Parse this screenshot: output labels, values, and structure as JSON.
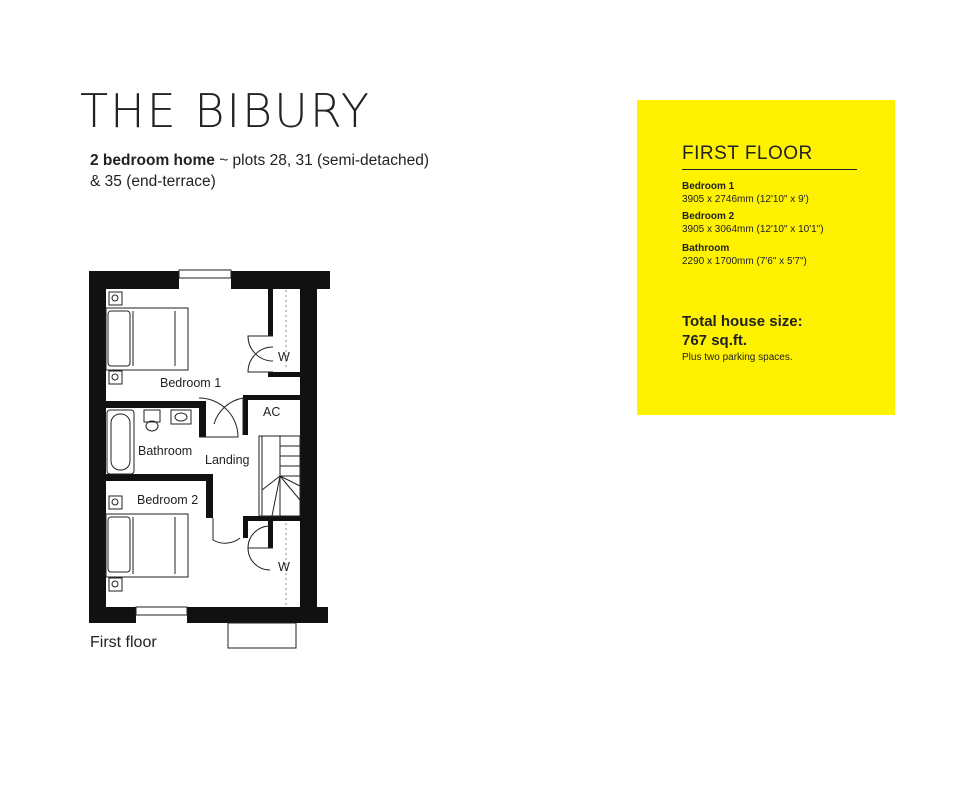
{
  "header": {
    "title": "THE BIBURY",
    "subtitle_bold": "2 bedroom home",
    "subtitle_rest": " ~ plots 28, 31 (semi-detached)",
    "subtitle_line2": "& 35 (end-terrace)"
  },
  "plan": {
    "caption": "First floor",
    "labels": {
      "bedroom1": "Bedroom 1",
      "bedroom2": "Bedroom 2",
      "bathroom": "Bathroom",
      "landing": "Landing",
      "ac": "AC",
      "w1": "W",
      "w2": "W"
    }
  },
  "panel": {
    "heading": "FIRST FLOOR",
    "rooms": [
      {
        "name": "Bedroom 1",
        "size": "3905 x 2746mm (12'10\" x 9')"
      },
      {
        "name": "Bedroom 2",
        "size": "3905 x 3064mm (12'10\" x 10'1\")"
      },
      {
        "name": "Bathroom",
        "size": "2290 x 1700mm (7'6\" x 5'7\")"
      }
    ],
    "total_label": "Total house size:",
    "total_value": "767 sq.ft.",
    "note": "Plus two parking spaces.",
    "color": "#fff200"
  }
}
